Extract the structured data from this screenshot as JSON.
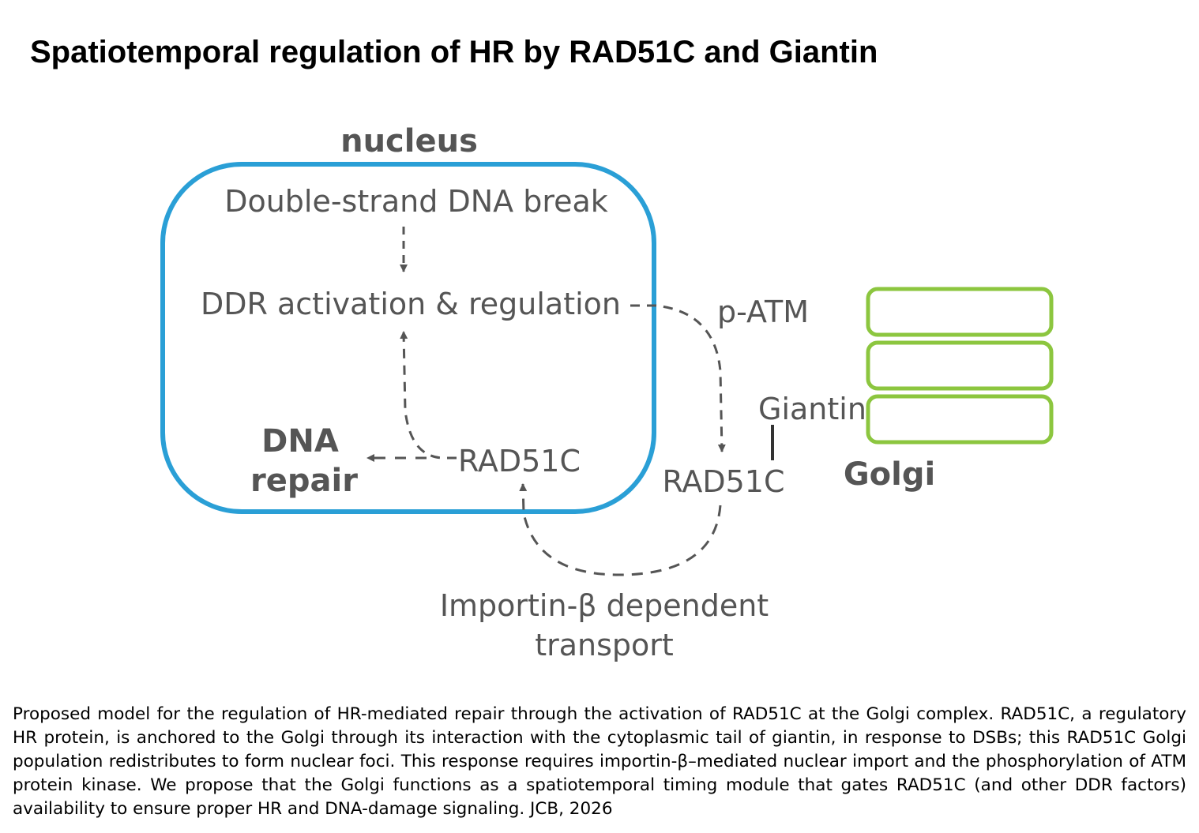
{
  "title": "Spatiotemporal regulation of HR by RAD51C and Giantin",
  "diagram": {
    "nucleus_label": "nucleus",
    "dsb_label": "Double-strand DNA break",
    "ddr_label": "DDR activation & regulation",
    "patm_label": "p-ATM",
    "giantin_label": "Giantin",
    "golgi_label": "Golgi",
    "dna_repair_line1": "DNA",
    "dna_repair_line2": "repair",
    "rad51c_nuclear_label": "RAD51C",
    "rad51c_golgi_label": "RAD51C",
    "transport_line1": "Importin-β dependent",
    "transport_line2": "transport",
    "colors": {
      "nucleus_border": "#2a9fd6",
      "golgi_border": "#8cc63f",
      "text": "#555555",
      "arrows": "#555555"
    }
  },
  "caption": "Proposed model for the regulation of HR-mediated repair through the activation of RAD51C at the Golgi complex. RAD51C, a regulatory HR protein, is anchored to the Golgi through its interaction with the cytoplasmic tail of giantin, in response to DSBs; this RAD51C Golgi population redistributes to form nuclear foci. This response requires importin-β–mediated nuclear import and the phosphorylation of ATM protein kinase. We propose that the Golgi functions as a spatiotemporal timing module that gates RAD51C (and other DDR factors) availability to ensure proper HR and DNA-damage signaling. JCB, 2026"
}
